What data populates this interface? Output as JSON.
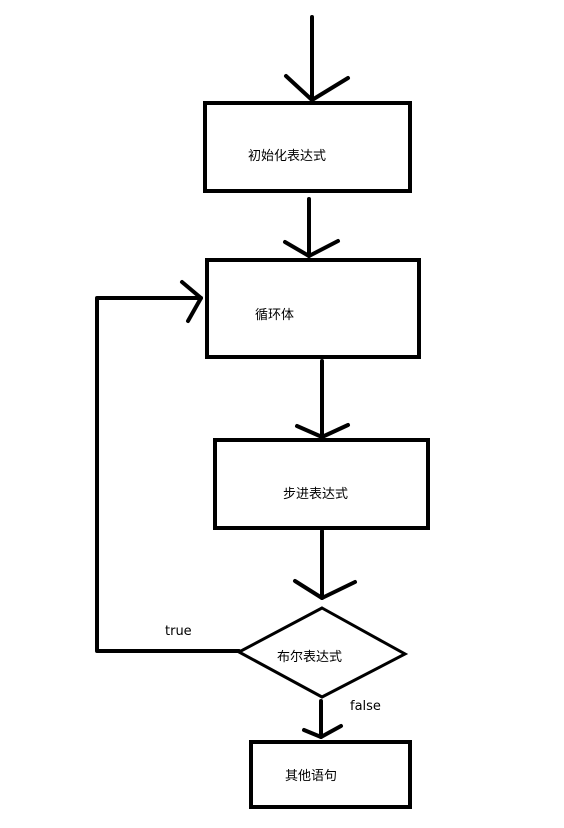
{
  "flowchart": {
    "nodes": {
      "init": "初始化表达式",
      "body": "循环体",
      "step": "步进表达式",
      "cond": "布尔表达式",
      "other": "其他语句"
    },
    "edges": {
      "true_label": "true",
      "false_label": "false"
    }
  }
}
